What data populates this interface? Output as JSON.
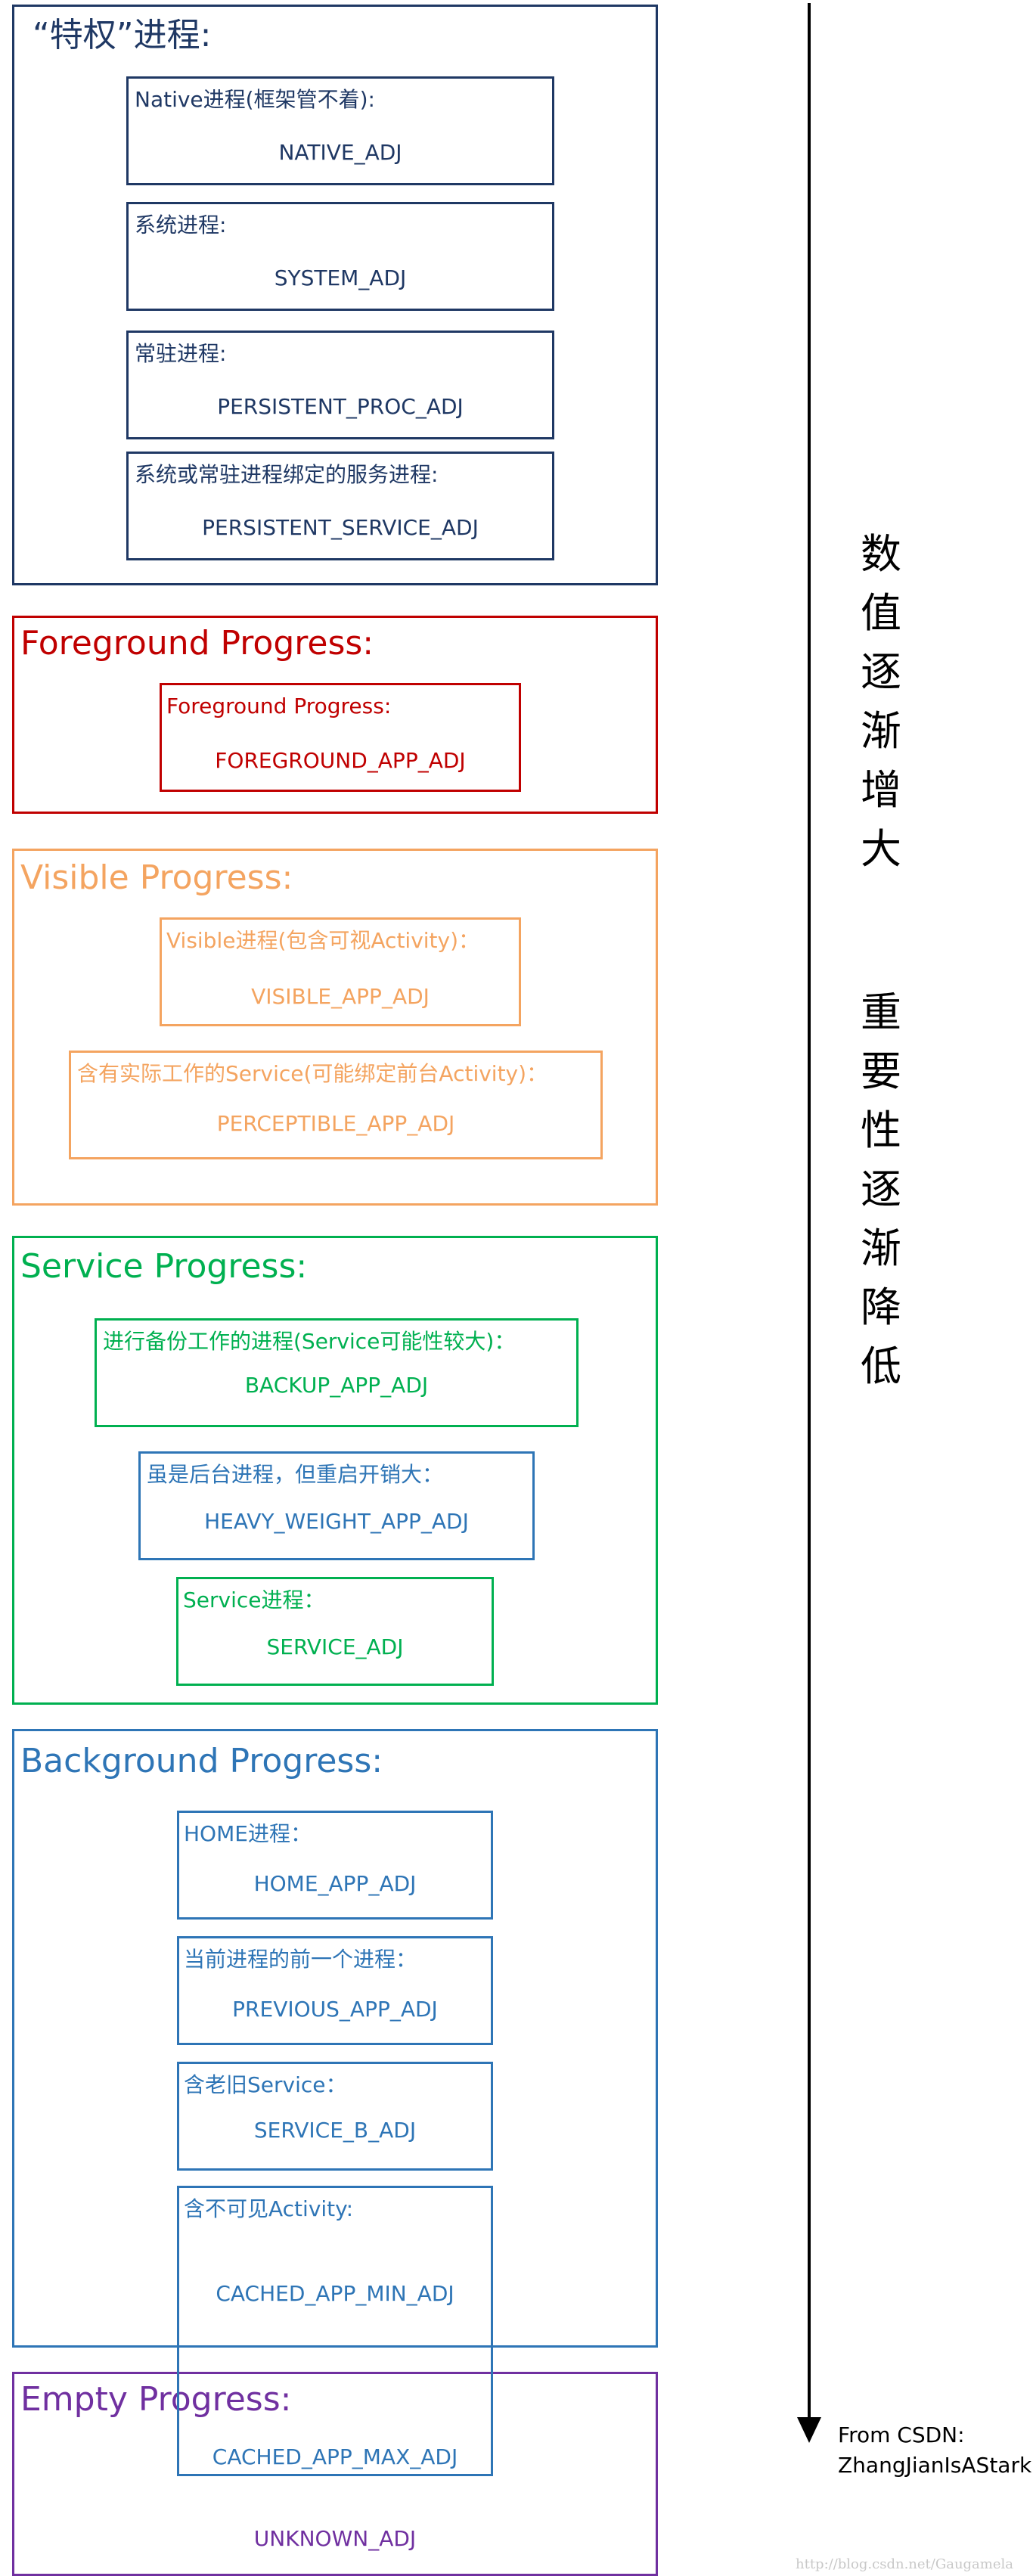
{
  "groups": {
    "privileged": {
      "title": "“特权”进程:",
      "boxes": [
        {
          "label": "Native进程(框架管不着):",
          "const": "NATIVE_ADJ"
        },
        {
          "label": "系统进程:",
          "const": "SYSTEM_ADJ"
        },
        {
          "label": "常驻进程:",
          "const": "PERSISTENT_PROC_ADJ"
        },
        {
          "label": "系统或常驻进程绑定的服务进程:",
          "const": "PERSISTENT_SERVICE_ADJ"
        }
      ]
    },
    "foreground": {
      "title": "Foreground Progress:",
      "boxes": [
        {
          "label": "Foreground Progress:",
          "const": "FOREGROUND_APP_ADJ"
        }
      ]
    },
    "visible": {
      "title": "Visible Progress:",
      "boxes": [
        {
          "label": "Visible进程(包含可视Activity)：",
          "const": "VISIBLE_APP_ADJ"
        },
        {
          "label": "含有实际工作的Service(可能绑定前台Activity)：",
          "const": "PERCEPTIBLE_APP_ADJ"
        }
      ]
    },
    "service": {
      "title": "Service Progress:",
      "boxes": [
        {
          "label": "进行备份工作的进程(Service可能性较大)：",
          "const": "BACKUP_APP_ADJ"
        },
        {
          "label": "虽是后台进程，但重启开销大：",
          "const": "HEAVY_WEIGHT_APP_ADJ"
        },
        {
          "label": "Service进程：",
          "const": "SERVICE_ADJ"
        }
      ]
    },
    "background": {
      "title": "Background Progress:",
      "boxes": [
        {
          "label": "HOME进程：",
          "const": "HOME_APP_ADJ"
        },
        {
          "label": "当前进程的前一个进程：",
          "const": "PREVIOUS_APP_ADJ"
        },
        {
          "label": "含老旧Service：",
          "const": "SERVICE_B_ADJ"
        },
        {
          "label": "含不可见Activity:",
          "const": "CACHED_APP_MIN_ADJ"
        }
      ]
    },
    "empty": {
      "title": "Empty Progress:",
      "cached_max": "CACHED_APP_MAX_ADJ",
      "unknown": "UNKNOWN_ADJ"
    }
  },
  "arrow": {
    "text_increase": [
      "数",
      "值",
      "逐",
      "渐",
      "增",
      "大"
    ],
    "text_importance": [
      "重",
      "要",
      "性",
      "逐",
      "渐",
      "降",
      "低"
    ]
  },
  "credit": {
    "line1": "From CSDN:",
    "line2": "ZhangJianIsAStark"
  },
  "watermark": "http://blog.csdn.net/Gaugamela",
  "colors": {
    "privileged": "#1f3864",
    "foreground": "#c00000",
    "visible": "#f4a460",
    "service": "#00b050",
    "heavy_weight": "#2e75b6",
    "background": "#2e75b6",
    "empty": "#7030a0"
  }
}
